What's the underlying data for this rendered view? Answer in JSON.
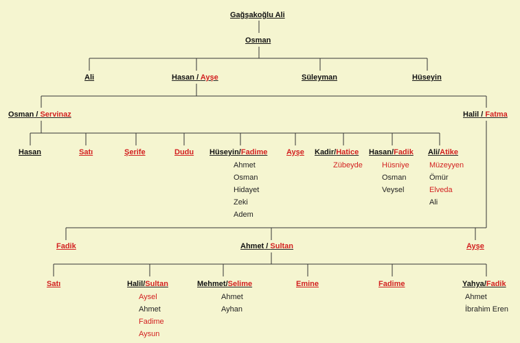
{
  "gen1": {
    "name": "Gağşakoğlu Ali"
  },
  "gen2": {
    "name": "Osman"
  },
  "gen3": {
    "ali": "Ali",
    "hasan": "Hasan",
    "hasan_wife": "Ayşe",
    "suleyman": "Süleyman",
    "huseyin": "Hüseyin"
  },
  "gen4": {
    "osman": "Osman",
    "osman_wife": "Servinaz",
    "halil": "Halil",
    "halil_wife": "Fatma"
  },
  "gen5": {
    "hasan": "Hasan",
    "sati": "Satı",
    "serife": "Şerife",
    "dudu": "Dudu",
    "huseyin": "Hüseyin",
    "huseyin_wife": "Fadime",
    "huseyin_kids": [
      "Ahmet",
      "Osman",
      "Hidayet",
      "Zeki",
      "Adem"
    ],
    "ayse": "Ayşe",
    "kadir": "Kadir",
    "kadir_wife": "Hatice",
    "kadir_kids": [
      "Zübeyde"
    ],
    "hasan2": "Hasan",
    "hasan2_wife": "Fadik",
    "hasan2_kids": [
      "Hüsniye",
      "Osman",
      "Veysel"
    ],
    "ali": "Ali",
    "ali_wife": "Atike",
    "ali_kids": [
      "Müzeyyen",
      "Ömür",
      "Elveda",
      "Ali"
    ]
  },
  "gen5b": {
    "fadik": "Fadik",
    "ahmet": "Ahmet",
    "ahmet_wife": "Sultan",
    "ayse": "Ayşe"
  },
  "gen6": {
    "sati": "Satı",
    "halil": "Halil",
    "halil_wife": "Sultan",
    "halil_kids": [
      "Aysel",
      "Ahmet",
      "Fadime",
      "Aysun"
    ],
    "mehmet": "Mehmet",
    "mehmet_wife": "Selime",
    "mehmet_kids": [
      "Ahmet",
      "Ayhan"
    ],
    "emine": "Emine",
    "fadime": "Fadime",
    "yahya": "Yahya",
    "yahya_wife": "Fadik",
    "yahya_kids": [
      "Ahmet",
      "İbrahim Eren"
    ]
  },
  "separators": {
    "slash_spaced": " / ",
    "slash": "/"
  },
  "colors": {
    "background": "#f5f5d0",
    "female": "#d21f1f",
    "male": "#111111",
    "line": "#333333"
  }
}
